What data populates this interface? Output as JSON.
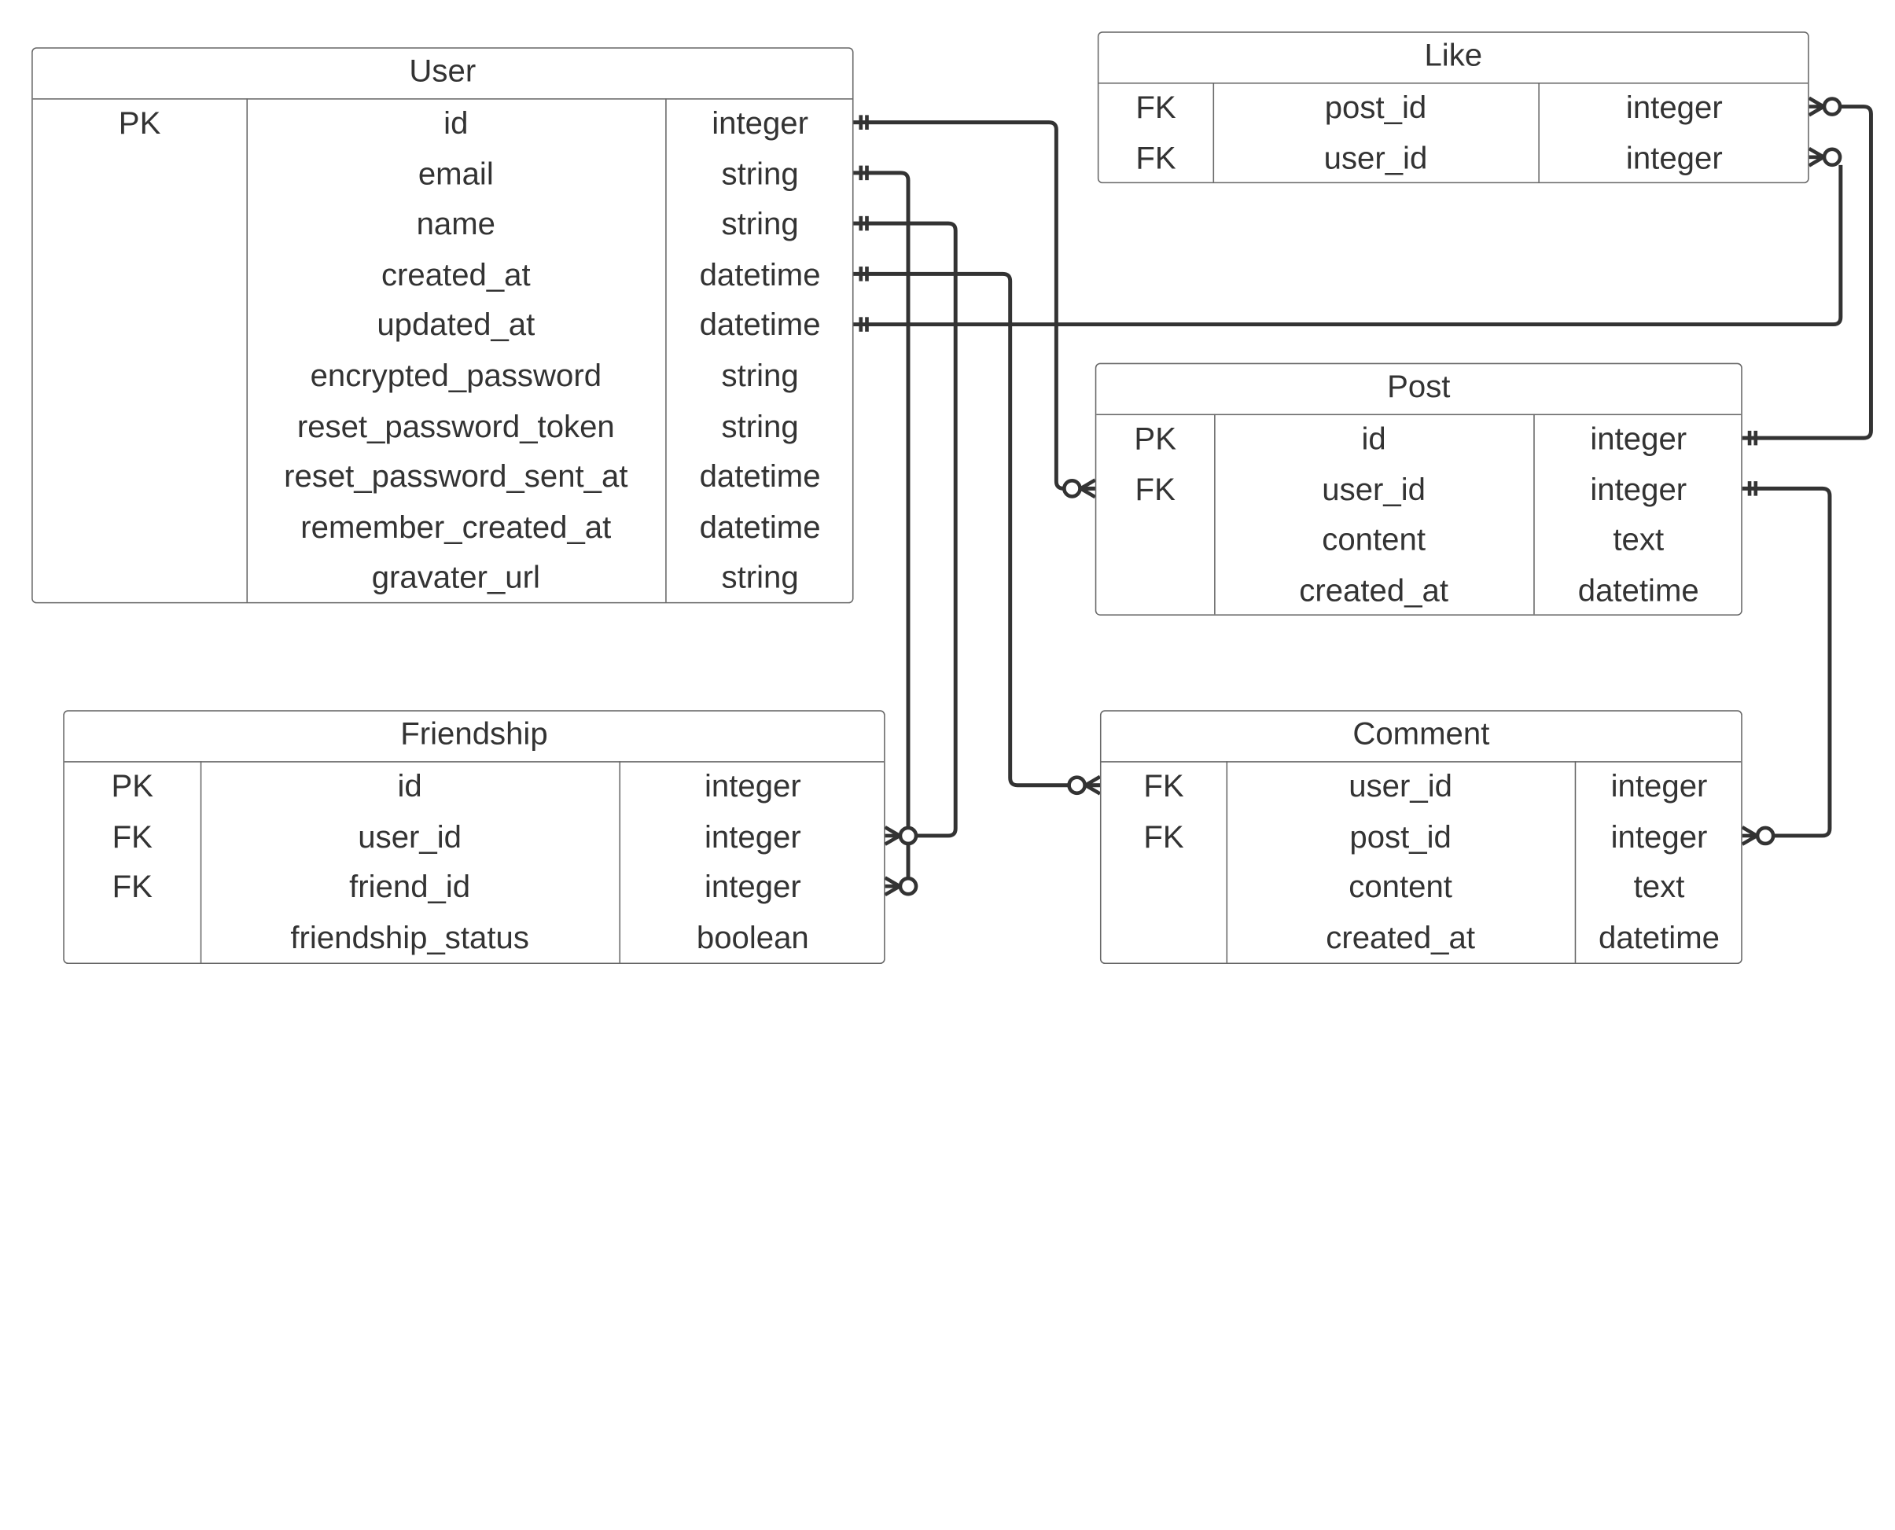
{
  "colors": {
    "line": "#333333",
    "border": "#666666",
    "text": "#333333"
  },
  "tables": [
    {
      "id": "user",
      "title": "User",
      "rows": [
        {
          "key": "PK",
          "name": "id",
          "type": "integer"
        },
        {
          "key": "",
          "name": "email",
          "type": "string"
        },
        {
          "key": "",
          "name": "name",
          "type": "string"
        },
        {
          "key": "",
          "name": "created_at",
          "type": "datetime"
        },
        {
          "key": "",
          "name": "updated_at",
          "type": "datetime"
        },
        {
          "key": "",
          "name": "encrypted_password",
          "type": "string"
        },
        {
          "key": "",
          "name": "reset_password_token",
          "type": "string"
        },
        {
          "key": "",
          "name": "reset_password_sent_at",
          "type": "datetime"
        },
        {
          "key": "",
          "name": "remember_created_at",
          "type": "datetime"
        },
        {
          "key": "",
          "name": "gravater_url",
          "type": "string"
        }
      ]
    },
    {
      "id": "like",
      "title": "Like",
      "rows": [
        {
          "key": "FK",
          "name": "post_id",
          "type": "integer"
        },
        {
          "key": "FK",
          "name": "user_id",
          "type": "integer"
        }
      ]
    },
    {
      "id": "post",
      "title": "Post",
      "rows": [
        {
          "key": "PK",
          "name": "id",
          "type": "integer"
        },
        {
          "key": "FK",
          "name": "user_id",
          "type": "integer"
        },
        {
          "key": "",
          "name": "content",
          "type": "text"
        },
        {
          "key": "",
          "name": "created_at",
          "type": "datetime"
        }
      ]
    },
    {
      "id": "friendship",
      "title": "Friendship",
      "rows": [
        {
          "key": "PK",
          "name": "id",
          "type": "integer"
        },
        {
          "key": "FK",
          "name": "user_id",
          "type": "integer"
        },
        {
          "key": "FK",
          "name": "friend_id",
          "type": "integer"
        },
        {
          "key": "",
          "name": "friendship_status",
          "type": "boolean"
        }
      ]
    },
    {
      "id": "comment",
      "title": "Comment",
      "rows": [
        {
          "key": "FK",
          "name": "user_id",
          "type": "integer"
        },
        {
          "key": "FK",
          "name": "post_id",
          "type": "integer"
        },
        {
          "key": "",
          "name": "content",
          "type": "text"
        },
        {
          "key": "",
          "name": "created_at",
          "type": "datetime"
        }
      ]
    }
  ],
  "relationships": [
    {
      "from": "User.id",
      "to": "Post.user_id",
      "from_cardinality": "one-and-only-one",
      "to_cardinality": "zero-or-many"
    },
    {
      "from": "User.email",
      "to": "Friendship.friend_id",
      "from_cardinality": "one-and-only-one",
      "to_cardinality": "zero-or-many"
    },
    {
      "from": "User.name",
      "to": "Friendship.user_id",
      "from_cardinality": "one-and-only-one",
      "to_cardinality": "zero-or-many"
    },
    {
      "from": "User.created_at",
      "to": "Comment.user_id",
      "from_cardinality": "one-and-only-one",
      "to_cardinality": "zero-or-many"
    },
    {
      "from": "User.updated_at",
      "to": "Like.user_id",
      "from_cardinality": "one-and-only-one",
      "to_cardinality": "zero-or-many"
    },
    {
      "from": "Post.id",
      "to": "Like.post_id",
      "from_cardinality": "one-and-only-one",
      "to_cardinality": "zero-or-many"
    },
    {
      "from": "Post.user_id",
      "to": "Comment.post_id",
      "from_cardinality": "one-and-only-one",
      "to_cardinality": "zero-or-many"
    }
  ]
}
